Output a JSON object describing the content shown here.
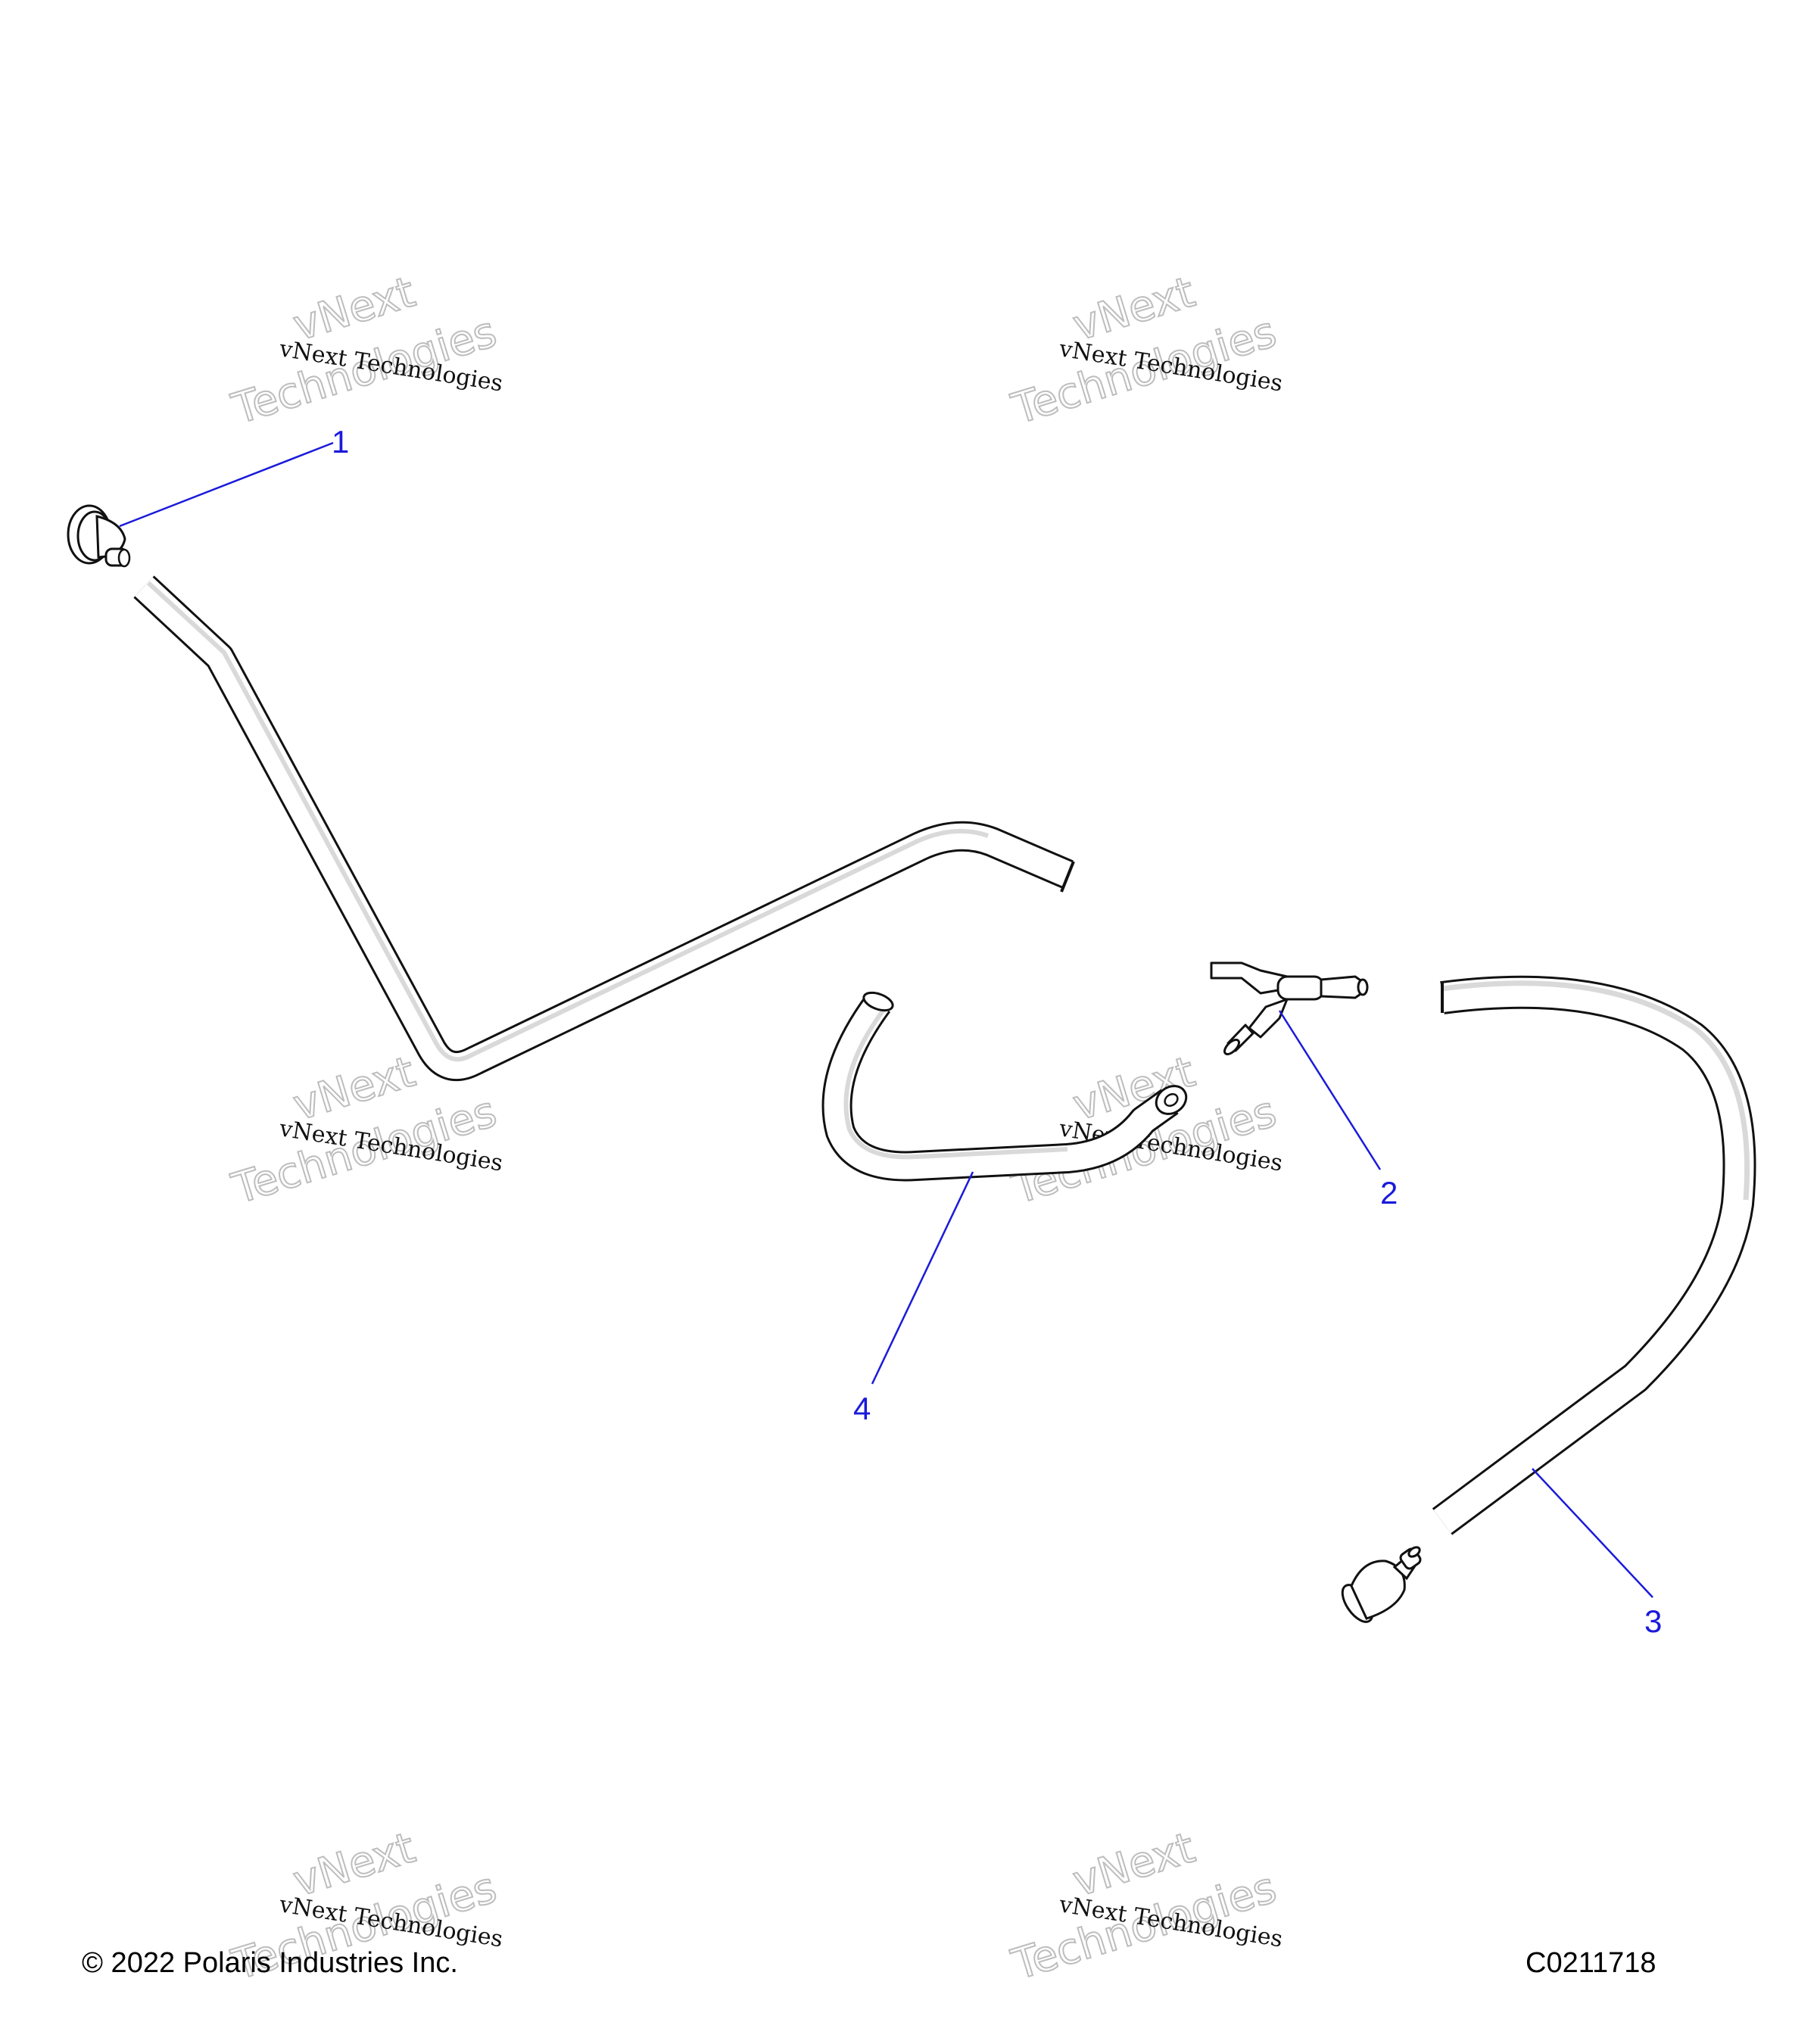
{
  "callouts": [
    {
      "label": "1"
    },
    {
      "label": "2"
    },
    {
      "label": "3"
    },
    {
      "label": "4"
    }
  ],
  "footer": {
    "copyright": "© 2022 Polaris Industries Inc.",
    "figure_code": "C0211718"
  },
  "watermark": {
    "line_a": "vNext",
    "line_b": "Technologies",
    "small": "vNext Technologies"
  },
  "colors": {
    "callout": "#1a1adb",
    "outline": "#111111",
    "part_fill": "#ffffff"
  }
}
